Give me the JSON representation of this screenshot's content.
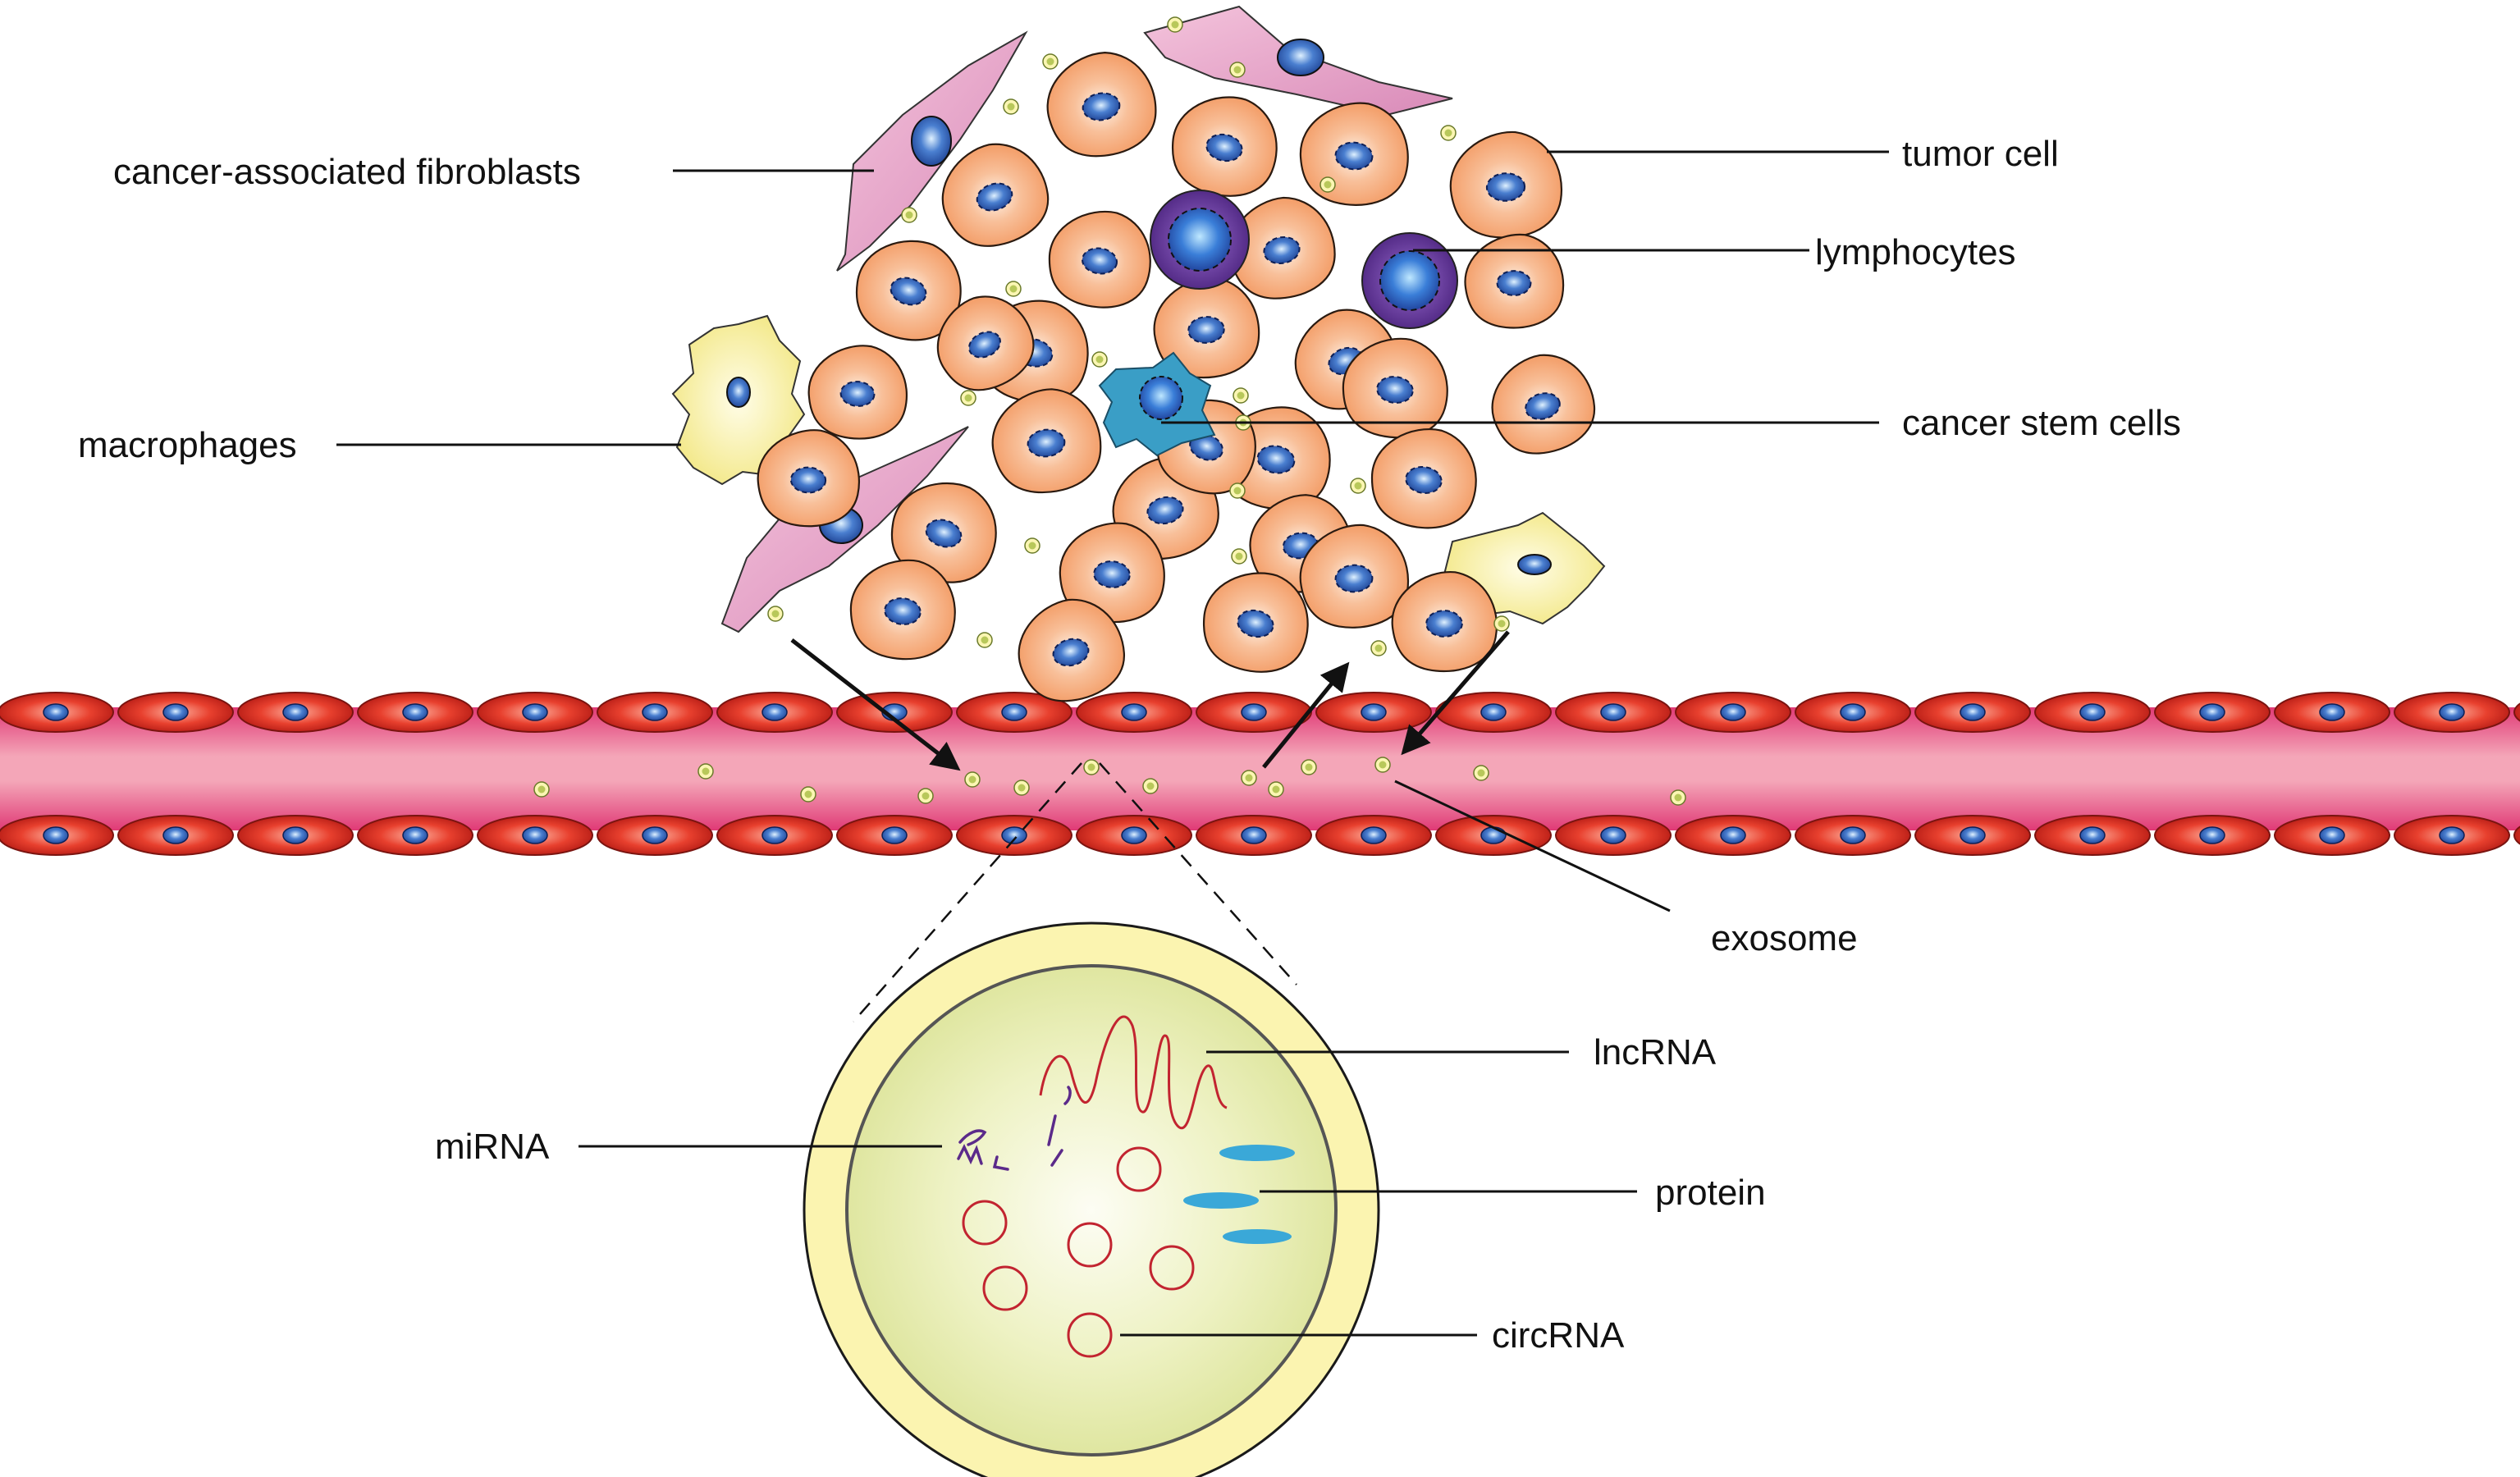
{
  "labels": {
    "caf": "cancer-associated fibroblasts",
    "tumor_cell": "tumor cell",
    "lymphocytes": "lymphocytes",
    "macrophages": "macrophages",
    "cancer_stem_cells": "cancer stem cells",
    "exosome": "exosome",
    "lncrna": "lncRNA",
    "mirna": "miRNA",
    "protein": "protein",
    "circrna": "circRNA"
  },
  "colors": {
    "tumor_fill": "#f5a06e",
    "tumor_center": "#fde4d2",
    "nucleus": "#2a55b0",
    "fibroblast": "#e6a0c8",
    "lymphocyte": "#6a3a9a",
    "macrophage": "#f7efa8",
    "stem_cell": "#3aa0c8",
    "vessel": "#e4477a",
    "endothelial": "#d8251e",
    "exosome": "#c9d66a",
    "exosome_ring": "#fbf6b3",
    "rna_red": "#c22430",
    "mirna_purple": "#5b2a8a",
    "protein": "#3aa8d8"
  }
}
